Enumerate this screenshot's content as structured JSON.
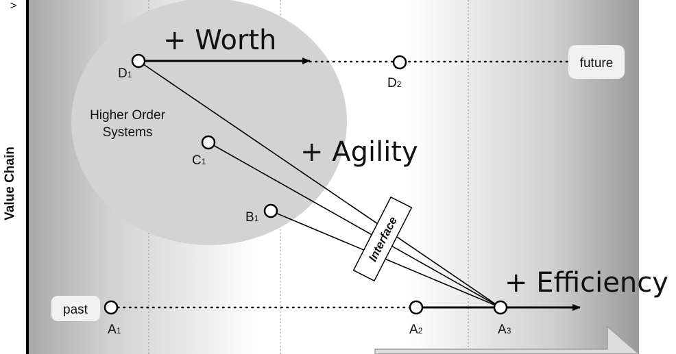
{
  "axis": {
    "y_label": "Value Chain",
    "y_top_glyph": "V"
  },
  "region": {
    "title_line1": "Higher Order",
    "title_line2": "Systems"
  },
  "annotations": {
    "worth": "+ Worth",
    "agility": "+ Agility",
    "efficiency": "+ Efficiency",
    "interface": "Interface"
  },
  "badges": {
    "past": "past",
    "future": "future"
  },
  "nodes": {
    "D1": {
      "main": "D",
      "sub": "1"
    },
    "D2": {
      "main": "D",
      "sub": "2"
    },
    "C1": {
      "main": "C",
      "sub": "1"
    },
    "B1": {
      "main": "B",
      "sub": "1"
    },
    "A1": {
      "main": "A",
      "sub": "1"
    },
    "A2": {
      "main": "A",
      "sub": "2"
    },
    "A3": {
      "main": "A",
      "sub": "3"
    }
  },
  "colors": {
    "ellipse_fill": "#d3d3d3",
    "badge_fill": "#f1f1f1",
    "line": "#000000"
  }
}
